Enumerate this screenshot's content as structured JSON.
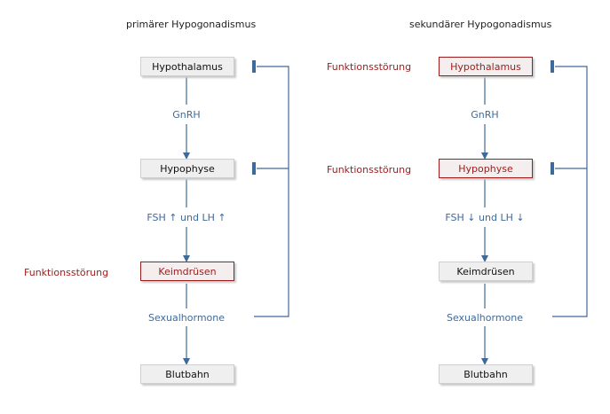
{
  "diagrams": [
    {
      "title": "primärer Hypogonadismus",
      "nodes": [
        "Hypothalamus",
        "Hypophyse",
        "Keimdrüsen",
        "Blutbahn"
      ],
      "edges": [
        "GnRH",
        "FSH ↑ und LH ↑",
        "Sexualhormone"
      ],
      "dysfunction_label": "Funktionsstörung"
    },
    {
      "title": "sekundärer Hypogonadismus",
      "nodes": [
        "Hypothalamus",
        "Hypophyse",
        "Keimdrüsen",
        "Blutbahn"
      ],
      "edges": [
        "GnRH",
        "FSH ↓ und LH ↓",
        "Sexualhormone"
      ],
      "dysfunction_label": "Funktionsstörung",
      "dysfunction_label_2": "Funktionsstörung"
    }
  ],
  "colors": {
    "arrow": "#3e6a9a",
    "dysfunction": "#9b1c1c",
    "box_fill": "#efefef"
  }
}
